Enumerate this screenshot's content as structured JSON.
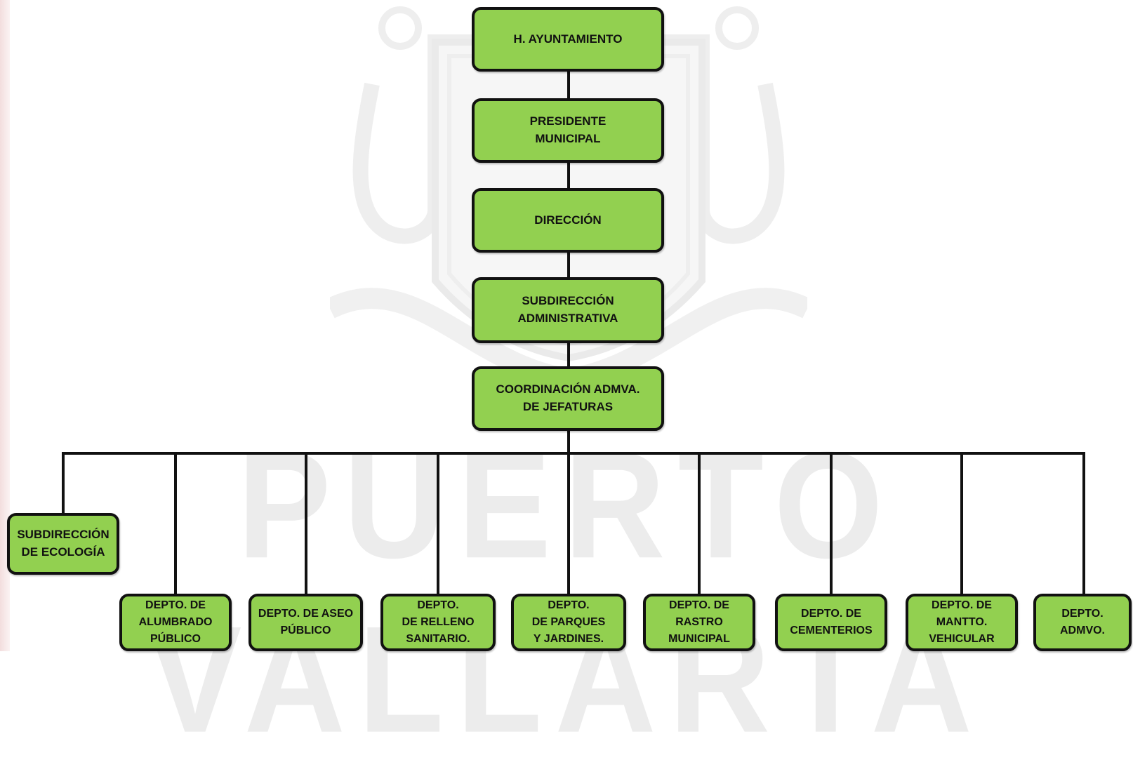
{
  "org_chart": {
    "nodes": {
      "ayuntamiento": "H. AYUNTAMIENTO",
      "presidente": "PRESIDENTE\nMUNICIPAL",
      "direccion": "DIRECCIÓN",
      "subdireccion_admin": "SUBDIRECCIÓN\nADMINISTRATIVA",
      "coordinacion": "COORDINACIÓN ADMVA.\nDE JEFATURAS",
      "subdireccion_ecologia": "SUBDIRECCIÓN\nDE ECOLOGÍA",
      "alumbrado": "DEPTO. DE\nALUMBRADO\nPÚBLICO",
      "aseo": "DEPTO. DE ASEO\nPÚBLICO",
      "relleno": "DEPTO.\nDE RELLENO\nSANITARIO.",
      "parques": "DEPTO.\nDE PARQUES\nY JARDINES.",
      "rastro": "DEPTO. DE\nRASTRO\nMUNICIPAL",
      "cementerios": "DEPTO. DE\nCEMENTERIOS",
      "mantto": "DEPTO. DE\nMANTTO.\nVEHICULAR",
      "admvo": "DEPTO.\nADMVO."
    },
    "box_color": "#92d050",
    "line_color": "#111111"
  },
  "watermark": {
    "text": "PUERTO VALLARTA"
  }
}
